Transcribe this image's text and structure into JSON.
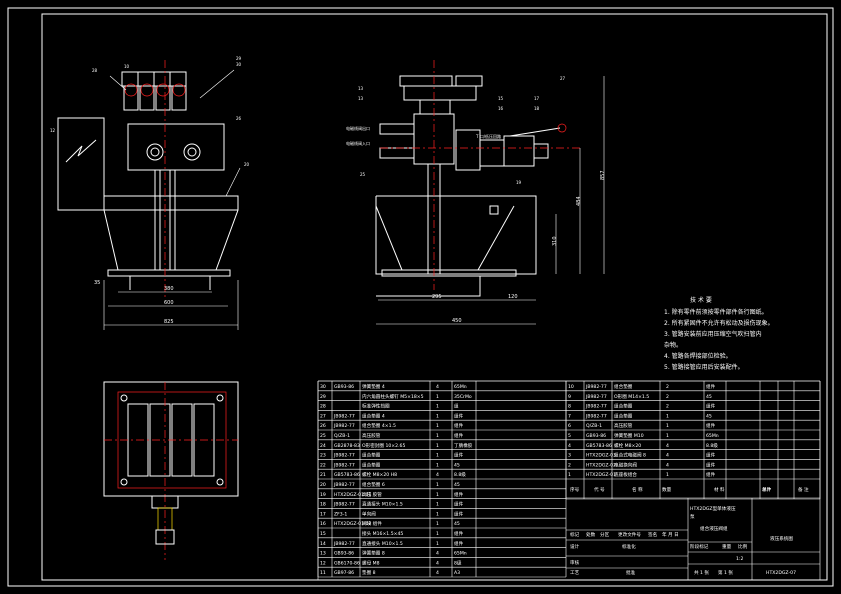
{
  "drawing": {
    "tech_requirements_title": "技 术 要",
    "tech_requirements": [
      "1. 除有零件前须按零件部件各行图纸。",
      "2. 所有紧固件不允许有松动及损伤现象。",
      "3. 管路安装前应用压缩空气吹扫管内",
      "杂物。",
      "4. 管路各焊接部位检验。",
      "5. 管路接管应用后安装配件。"
    ],
    "dimensions": {
      "front_width_inner": "380",
      "front_width_mid": "600",
      "front_width_outer": "825",
      "side_height_total": "857",
      "side_height_mid": "484",
      "side_height_low": "310",
      "side_width_left": "295",
      "side_width_right": "120",
      "side_width_total": "450",
      "small_left": "35"
    },
    "title_block": {
      "drawing_title": "液压系统图",
      "drawing_no": "HTX2DGZ-07",
      "company_line1": "HTX2DGZ型单体液压",
      "company_line2": "泵",
      "scale_label": "比例",
      "scale_value": "1:2",
      "sheet_label_1": "共 1 张",
      "sheet_label_2": "第 1 张",
      "assembly_label": "组合液压阀组"
    },
    "parts_header": [
      "序号",
      "代 号",
      "名 称",
      "数量",
      "材 料",
      "单件",
      "总计",
      "备 注"
    ],
    "parts_left": [
      [
        "30",
        "GB93-86",
        "弹簧垫圈 4",
        "4",
        "65Mn"
      ],
      [
        "29",
        "",
        "内六角圆柱头螺钉 M5×18×5",
        "1",
        "35CrMo"
      ],
      [
        "28",
        "",
        "标准弹性挡圈",
        "1",
        "组"
      ],
      [
        "27",
        "JB982-77",
        "组合垫圈 4",
        "1",
        "组件"
      ],
      [
        "26",
        "JB982-77",
        "组合垫圈 4×1.5",
        "1",
        "组件"
      ],
      [
        "25",
        "Q/ZB-1",
        "高压胶管",
        "1",
        "组件"
      ],
      [
        "24",
        "GB2878-83",
        "O形密封圈 10×2.65",
        "1",
        "丁腈橡胶"
      ],
      [
        "23",
        "JB982-77",
        "组合垫圈",
        "1",
        "组件"
      ],
      [
        "22",
        "JB982-77",
        "组合垫圈",
        "1",
        "45"
      ],
      [
        "21",
        "GB5783-86",
        "螺栓 M8×20 H8",
        "4",
        "8.8级"
      ],
      [
        "20",
        "JB982-77",
        "组合垫圈 6",
        "1",
        "45"
      ],
      [
        "19",
        "HTX2DGZ-01-01",
        "高压 胶管",
        "1",
        "组件"
      ],
      [
        "18",
        "JB982-77",
        "直通接头 M10×1.5",
        "1",
        "组件"
      ],
      [
        "17",
        "ZF3-1",
        "单向阀",
        "1",
        "组件"
      ],
      [
        "16",
        "HTX2DGZ-01-02",
        "阀块 组件",
        "1",
        "45"
      ],
      [
        "15",
        "",
        "接头 M16×1.5×45",
        "1",
        "组件"
      ],
      [
        "14",
        "JB982-77",
        "直通接头 M10×1.5",
        "1",
        "组件"
      ],
      [
        "13",
        "GB93-86",
        "弹簧垫圈 8",
        "4",
        "65Mn"
      ],
      [
        "12",
        "GB6170-86",
        "螺母 M8",
        "4",
        "8级"
      ],
      [
        "11",
        "GB97-86",
        "垫圈 8",
        "4",
        "A3"
      ]
    ],
    "parts_right": [
      [
        "10",
        "JB982-77",
        "组合垫圈",
        "2",
        "组件"
      ],
      [
        "9",
        "JB982-77",
        "O形圈 M14×1.5",
        "2",
        "45"
      ],
      [
        "8",
        "JB982-77",
        "组合垫圈",
        "2",
        "组件"
      ],
      [
        "7",
        "JB982-77",
        "组合垫圈",
        "1",
        "45"
      ],
      [
        "6",
        "Q/ZB-1",
        "高压胶管",
        "1",
        "组件"
      ],
      [
        "5",
        "GB93-86",
        "弹簧垫圈 M10",
        "1",
        "65Mn"
      ],
      [
        "4",
        "GB5783-86",
        "螺栓 M8×20",
        "4",
        "8.8级"
      ],
      [
        "3",
        "HTX2DGZ-03",
        "组合式电磁阀 8",
        "4",
        "组件"
      ],
      [
        "2",
        "HTX2DGZ-02",
        "电磁换向阀",
        "4",
        "组件"
      ],
      [
        "1",
        "HTX2DGZ-01",
        "底座板组合",
        "1",
        "组件"
      ]
    ],
    "signature_rows": [
      "标记",
      "处数",
      "分区",
      "更改文件号",
      "签名",
      "年 月 日"
    ],
    "signature_rows_2": [
      "设计",
      "标准化"
    ],
    "signature_rows_3": [
      "审核",
      "工艺",
      "批准"
    ],
    "stage_labels": [
      "阶段标记",
      "重量",
      "比例"
    ],
    "callouts_front": [
      "28",
      "29",
      "30",
      "26",
      "20",
      "10",
      "12"
    ],
    "callouts_side": [
      "13",
      "13",
      "15",
      "16",
      "17",
      "18",
      "19",
      "25",
      "27"
    ],
    "side_labels": [
      "电磁线阀出口",
      "电磁线阀入口",
      "T 口/低压回路"
    ]
  }
}
